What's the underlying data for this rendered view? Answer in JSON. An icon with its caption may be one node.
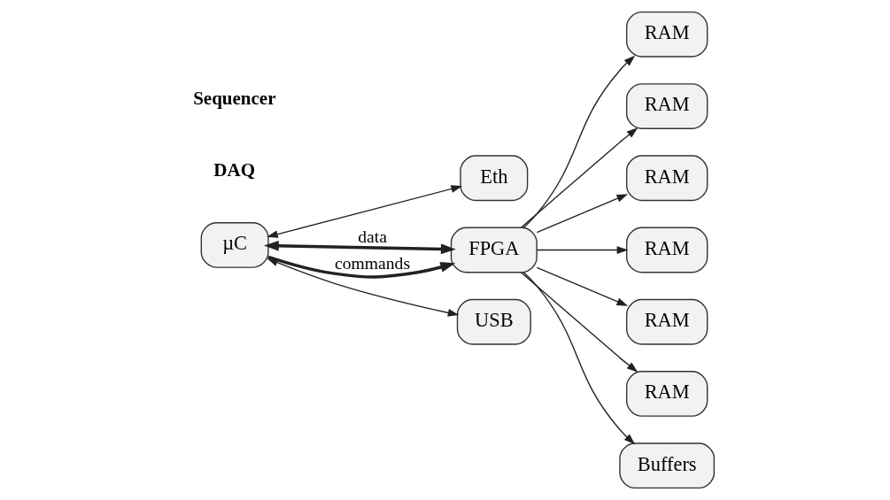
{
  "diagram": {
    "nodes": [
      {
        "text": [
          "RAM"
        ]
      },
      {
        "text": [
          "RAM"
        ]
      },
      {
        "text": [
          "RAM"
        ]
      },
      {
        "text": [
          "RAM"
        ]
      },
      {
        "text": [
          "RAM"
        ]
      },
      {
        "text": [
          "RAM"
        ]
      },
      {
        "text": [
          "Eth"
        ]
      },
      {
        "text": [
          "µC"
        ]
      },
      {
        "text": [
          "FPGA"
        ]
      },
      {
        "text": [
          "USB"
        ]
      },
      {
        "text": [
          "Buffers"
        ]
      }
    ],
    "edges": [
      {
        "from": 8,
        "to": 0,
        "arrow": "to"
      },
      {
        "from": 8,
        "to": 1,
        "arrow": "to"
      },
      {
        "from": 8,
        "to": 2,
        "arrow": "to"
      },
      {
        "from": 8,
        "to": 3,
        "arrow": "to"
      },
      {
        "from": 8,
        "to": 4,
        "arrow": "to"
      },
      {
        "from": 8,
        "to": 5,
        "arrow": "to"
      },
      {
        "from": 7,
        "to": 6,
        "arrow": "both"
      },
      {
        "from": 7,
        "to": 8,
        "arrow": "both",
        "label": "data",
        "style": "thick"
      },
      {
        "from": 7,
        "to": 9,
        "arrow": "both"
      },
      {
        "from": 7,
        "to": 8,
        "arrow": "to",
        "label": "commands",
        "style": "thick"
      },
      {
        "from": 8,
        "to": 10,
        "arrow": "to"
      }
    ],
    "labels": [
      "DAQ",
      "Sequencer"
    ]
  }
}
